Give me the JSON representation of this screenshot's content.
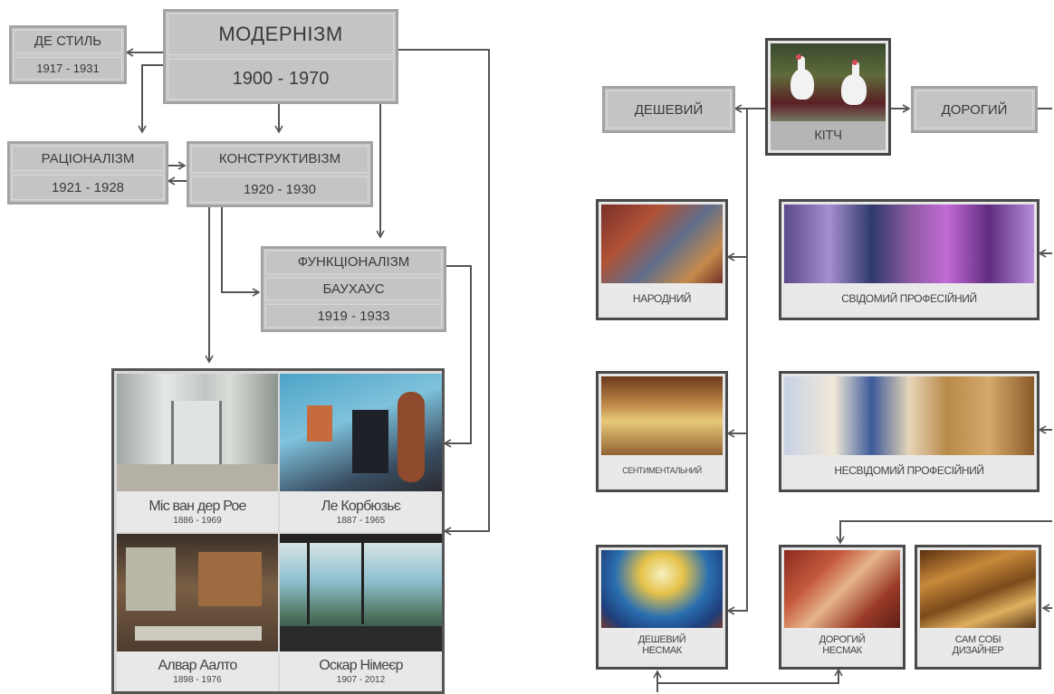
{
  "left": {
    "modernism": {
      "title": "МОДЕРНІЗМ",
      "years": "1900 - 1970"
    },
    "de_stijl": {
      "title": "ДЕ СТИЛЬ",
      "years": "1917 - 1931"
    },
    "rationalism": {
      "title": "РАЦІОНАЛІЗМ",
      "years": "1921 - 1928"
    },
    "constructivism": {
      "title": "КОНСТРУКТИВІЗМ",
      "years": "1920 - 1930"
    },
    "functionalism": {
      "title": "ФУНКЦІОНАЛІЗМ",
      "subtitle": "БАУХАУС",
      "years": "1919 - 1933"
    },
    "architects": [
      {
        "name": "Міс ван дер Рое",
        "years": "1886 - 1969"
      },
      {
        "name": "Ле Корбюзьє",
        "years": "1887 - 1965"
      },
      {
        "name": "Алвар Аалто",
        "years": "1898 - 1976"
      },
      {
        "name": "Оскар Німеєр",
        "years": "1907 - 2012"
      }
    ]
  },
  "right": {
    "kitsch": "КІТЧ",
    "cheap": "ДЕШЕВИЙ",
    "expensive": "ДОРОГИЙ",
    "folk": "НАРОДНИЙ",
    "conscious_pro": "СВІДОМИЙ ПРОФЕСІЙНИЙ",
    "sentimental": "СЕНТИМЕНТАЛЬНИЙ",
    "unconscious_pro": "НЕСВІДОМИЙ ПРОФЕСІЙНИЙ",
    "cheap_bad_taste_1": "ДЕШЕВИЙ",
    "cheap_bad_taste_2": "НЕСМАК",
    "expensive_bad_taste_1": "ДОРОГИЙ",
    "expensive_bad_taste_2": "НЕСМАК",
    "self_designer_1": "САМ СОБІ",
    "self_designer_2": "ДИЗАЙНЕР"
  }
}
